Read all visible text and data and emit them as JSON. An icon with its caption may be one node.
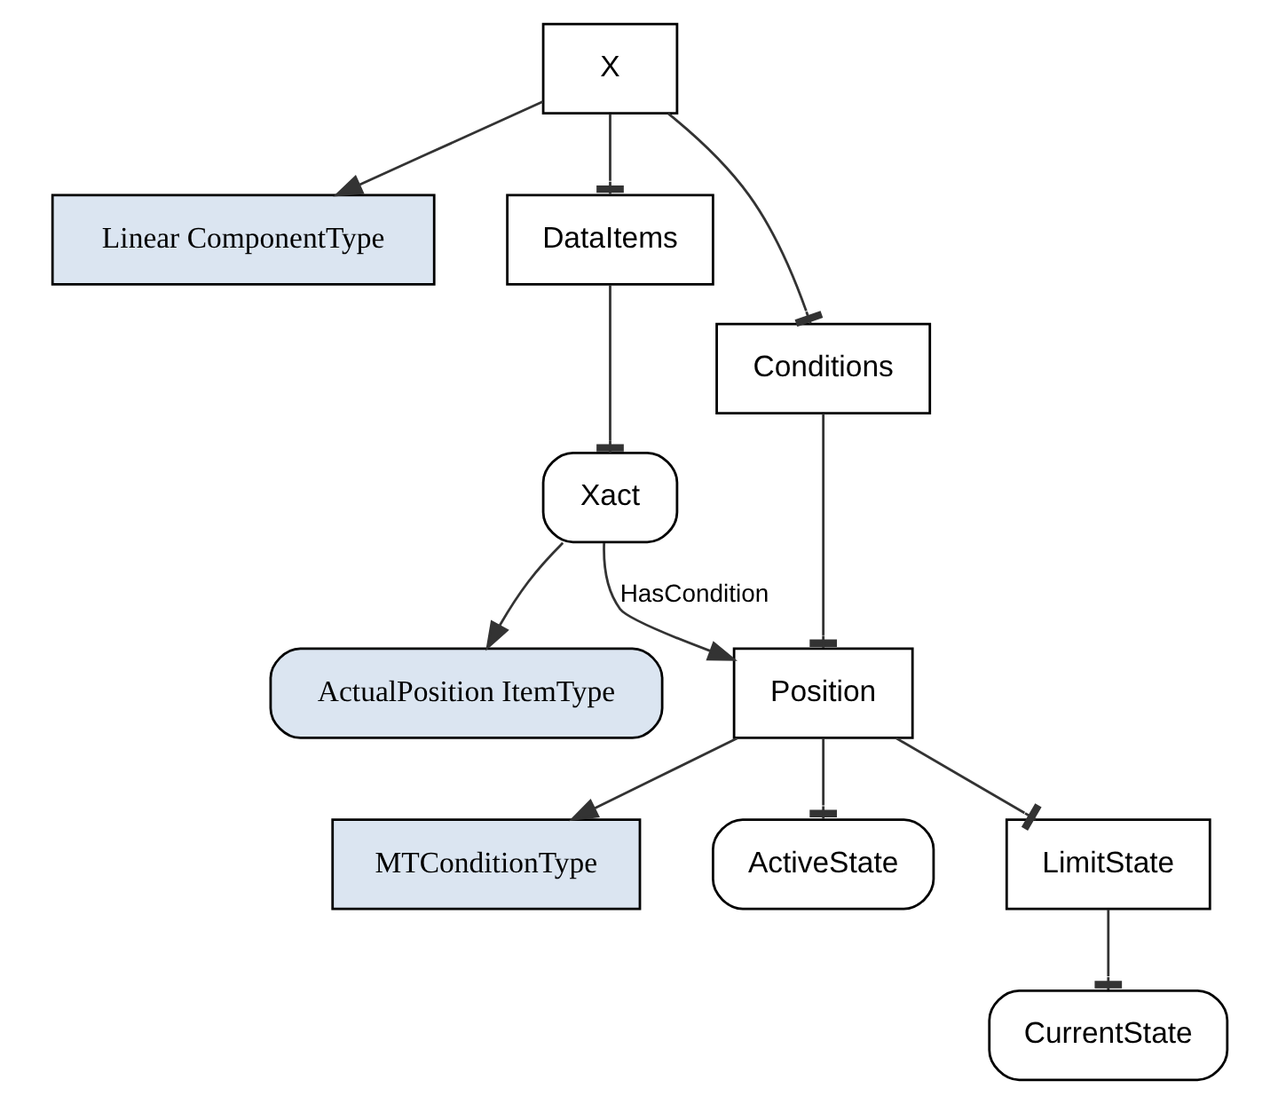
{
  "diagram": {
    "nodes": [
      {
        "text": [
          "Linear ComponentType"
        ]
      },
      {
        "text": [
          "ActualPosition ItemType"
        ]
      },
      {
        "text": [
          "X"
        ]
      },
      {
        "text": [
          "DataItems"
        ]
      },
      {
        "text": [
          "Xact"
        ]
      },
      {
        "text": [
          "MTConditionType"
        ]
      },
      {
        "text": [
          "Conditions"
        ]
      },
      {
        "text": [
          "Position"
        ]
      },
      {
        "text": [
          "ActiveState"
        ]
      },
      {
        "text": [
          "LimitState"
        ]
      },
      {
        "text": [
          "CurrentState"
        ]
      }
    ],
    "edges": [
      {
        "from": 2,
        "to": 0,
        "arrow": "to"
      },
      {
        "from": 2,
        "to": 3,
        "arrow": "other"
      },
      {
        "from": 2,
        "to": 6,
        "arrow": "other"
      },
      {
        "from": 3,
        "to": 4,
        "arrow": "other"
      },
      {
        "from": 4,
        "to": 1,
        "arrow": "to"
      },
      {
        "from": 4,
        "to": 7,
        "arrow": "to",
        "label": "HasCondition"
      },
      {
        "from": 6,
        "to": 7,
        "arrow": "other"
      },
      {
        "from": 7,
        "to": 5,
        "arrow": "to"
      },
      {
        "from": 7,
        "to": 8,
        "arrow": "other"
      },
      {
        "from": 7,
        "to": 9,
        "arrow": "other"
      },
      {
        "from": 9,
        "to": 10,
        "arrow": "other"
      }
    ]
  }
}
